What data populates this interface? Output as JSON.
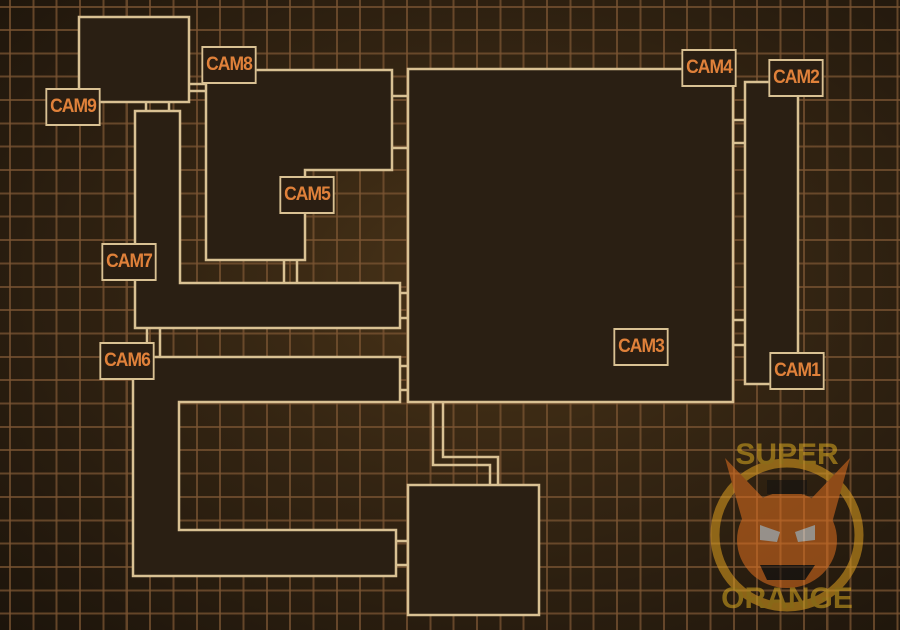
{
  "map": {
    "cameras": [
      {
        "id": "cam1",
        "label": "CAM1"
      },
      {
        "id": "cam2",
        "label": "CAM2"
      },
      {
        "id": "cam3",
        "label": "CAM3"
      },
      {
        "id": "cam4",
        "label": "CAM4"
      },
      {
        "id": "cam5",
        "label": "CAM5"
      },
      {
        "id": "cam6",
        "label": "CAM6"
      },
      {
        "id": "cam7",
        "label": "CAM7"
      },
      {
        "id": "cam8",
        "label": "CAM8"
      },
      {
        "id": "cam9",
        "label": "CAM9"
      }
    ]
  },
  "watermark": {
    "line1": "SUPER",
    "line2": "ORANGE"
  },
  "colors": {
    "wall": "#d9c193",
    "label": "#e0813a",
    "room": "#2a1e12",
    "grid": "#7a5432"
  }
}
